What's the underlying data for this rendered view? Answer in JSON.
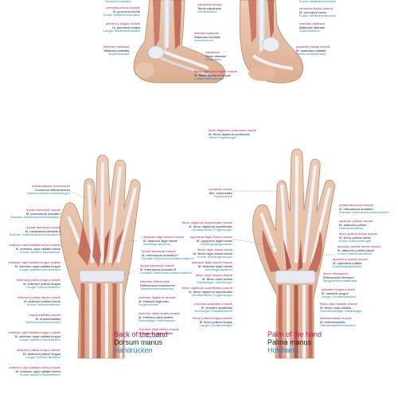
{
  "colors": {
    "english": "#c2185b",
    "latin": "#222222",
    "german": "#1e88c8",
    "muscle": "#c8705f",
    "tendon": "#e4e8ef",
    "skin": "#e9c3a8"
  },
  "captions": {
    "back": {
      "en": "Back of the hand",
      "la": "Dorsum manus",
      "de": "Handrücken"
    },
    "palm": {
      "en": "Palm of the hand",
      "la": "Palma manus",
      "de": "Hohlhand"
    }
  },
  "foot_labels": [
    {
      "en": "",
      "la": "",
      "de": "Schienbeinmuskel"
    },
    {
      "en": "peroneus brevis muscle",
      "la": "M. peroneus brevis",
      "de": "Kurzer Wadenbeinmuskel"
    },
    {
      "en": "peroneus longus muscle",
      "la": "M. peroneus longus",
      "de": "Langer Wadenbeinmuskel"
    },
    {
      "en": "external malleolus",
      "la": "Malleolus lateralis",
      "de": "Außenknöchel"
    },
    {
      "en": "calcaneus tendon",
      "la": "Tendo calcaneus",
      "de": "Achillessehne"
    },
    {
      "en": "internal malleolus",
      "la": "Malleolus medialis",
      "de": "Innenknöchel"
    },
    {
      "en": "calcaneus",
      "la": "Tuber calcanei",
      "de": "Fersenbein"
    },
    {
      "en": "",
      "la": "",
      "de": "Kurzer Wadenbeinmuskel"
    },
    {
      "en": "peroneus brevis muscle",
      "la": "M. peroneus brevis",
      "de": "Kurzer Wadenbeinmuskel"
    },
    {
      "en": "external malleolus",
      "la": "Malleolus lateralis",
      "de": "Außenknöchel"
    },
    {
      "en": "quadrate plantar muscle",
      "la": "M. quadratus plantae",
      "de": "Sohlenviereckmuskel"
    },
    {
      "en": "flexor digitorum longus muscle",
      "la": "M. flexor digitorum longus",
      "de": "Langer Zehenbeuger"
    }
  ],
  "back_labels": [
    {
      "en": "intertendinous connections",
      "la": "Connexus intertendineus",
      "de": "Zwischensehnenverbindungen"
    },
    {
      "en": "dorsal interossei muscle",
      "la": "M. interosseus dorsalis I",
      "de": "Dorsaler Zwischenknochenmuskel I"
    },
    {
      "en": "dorsal interossei muscle",
      "la": "M. interosseus dorsalis II",
      "de": "Dorsaler Zwischenknochenmuskel II"
    },
    {
      "en": "extensor carpi radialis brevis muscle",
      "la": "M. extensor carpi radialis brevis",
      "de": "Kurzer radialer Handstrecker"
    },
    {
      "en": "extensor carpi radialis longus muscle",
      "la": "M. extensor carpi radialis longus",
      "de": "Langer radialer Handstrecker"
    },
    {
      "en": "extensor pollicis longus muscle",
      "la": "M. extensor pollicis longus",
      "de": "Langer Daumenstrecker"
    },
    {
      "en": "extensor pollicis brevis muscle",
      "la": "M. extensor pollicis brevis",
      "de": "Kurzer Daumenstrecker"
    },
    {
      "en": "brachioradialis muscle",
      "la": "M. brachioradialis",
      "de": "Oberarmspeichenmuskel"
    },
    {
      "en": "extensor carpi radialis longus muscle",
      "la": "M. extensor carpi radialis longus",
      "de": "Langer radialer Handstrecker"
    },
    {
      "en": "abductor pollicis longus muscle",
      "la": "M. abductor pollicis longus",
      "de": "Langer Daumenabzieher"
    },
    {
      "en": "extensor carpi radialis brevis muscle",
      "la": "M. extensor carpi radialis brevis",
      "de": "Kurzer radialer Handstrecker"
    },
    {
      "en": "abductor digiti minimi muscle",
      "la": "M. abductor digiti minimi",
      "de": "Kleinfingerabzieher"
    },
    {
      "en": "dorsal interossei muscle",
      "la": "M. interosseus dorsalis IV",
      "de": "Dorsaler Zwischenknochenmuskel IV"
    },
    {
      "en": "dorsal interossei muscle",
      "la": "M. interosseus dorsalis III",
      "de": "Dorsaler Zwischenknochenmuskel III"
    },
    {
      "en": "extensor retinaculum",
      "la": "Retinaculum extensorum",
      "de": "Strecksehnenhalteband"
    },
    {
      "en": "extensor digitorum muscle",
      "la": "M. extensor digitorum",
      "de": "Fingerstrecker"
    },
    {
      "en": "extensor carpi ulnaris muscle",
      "la": "M. extensor carpi ulnaris",
      "de": "Ellenseitiger Handstrecker"
    },
    {
      "en": "extensor digiti minimi muscle",
      "la": "M. extensor digiti minimi",
      "de": "Kleinfingerstrecker"
    }
  ],
  "palm_labels": [
    {
      "en": "flexor digitorum profundus muscle",
      "la": "M. flexor digitorum profundus",
      "de": "Tiefer Fingerbeuger"
    },
    {
      "en": "lumbrical muscle",
      "la": "Mm. lumbricales",
      "de": "Spulmuskeln"
    },
    {
      "en": "flexor digitorum superficialis muscle",
      "la": "M. flexor digitorum superficialis",
      "de": "Oberflächlicher Fingerbeuger"
    },
    {
      "en": "opponens digiti minimi muscle",
      "la": "M. opponens digiti minimi",
      "de": "Kleinfingergegensteller"
    },
    {
      "en": "flexor digiti minimi brevis",
      "la": "M. flexor digiti minimi brevis",
      "de": "Kurzer Kleinfingerbeuger"
    },
    {
      "en": "abductor digiti minimi muscle",
      "la": "M. abductor digiti minimi",
      "de": "Kleinfingerabzieher"
    },
    {
      "en": "flexor carpi ulnaris muscle",
      "la": "M. flexor carpi ulnaris",
      "de": "Ellenseitiger Handbeuger"
    },
    {
      "en": "flexor digitorum superficialis muscle",
      "la": "M. flexor digitorum superficialis",
      "de": "Oberflächlicher Fingerbeuger"
    },
    {
      "en": "pronator quadratus muscle",
      "la": "M. pronator quadratus",
      "de": "Viereckiger Einwärtsdreher"
    },
    {
      "en": "flexor pollicis longus muscle",
      "la": "M. flexor pollicis longus",
      "de": "Langer Daumenbeuger"
    },
    {
      "en": "dorsal interossei muscle",
      "la": "M. interosseus dorsalis I",
      "de": "Dorsaler Zwischenknochenmuskel I"
    },
    {
      "en": "adductor pollicis muscle",
      "la": "M. adductor pollicis",
      "de": "Daumenanzieher"
    },
    {
      "en": "flexor pollicis brevis muscle",
      "la": "M. flexor pollicis brevis",
      "de": "Kurzer Daumenbeuger"
    },
    {
      "en": "abductor pollicis brevis muscle",
      "la": "M. abductor pollicis brevis",
      "de": "Kurzer Daumenabzieher"
    },
    {
      "en": "opponens pollicis muscle",
      "la": "M. opponens pollicis",
      "de": "Daumengegensteller"
    },
    {
      "en": "flexor retinaculum",
      "la": "Retinaculum flexorum",
      "de": "Beugesehnenhalteband"
    },
    {
      "en": "palmaris longus muscle",
      "la": "M. palmaris longus",
      "de": "Langer Hohlhandmuskel"
    },
    {
      "en": "flexor carpi radialis muscle",
      "la": "M. flexor carpi radialis",
      "de": "Speichenseitiger Handbeuger"
    },
    {
      "en": "brachioradialis muscle",
      "la": "M. brachioradialis",
      "de": "Oberarmspeichenmuskel"
    }
  ]
}
